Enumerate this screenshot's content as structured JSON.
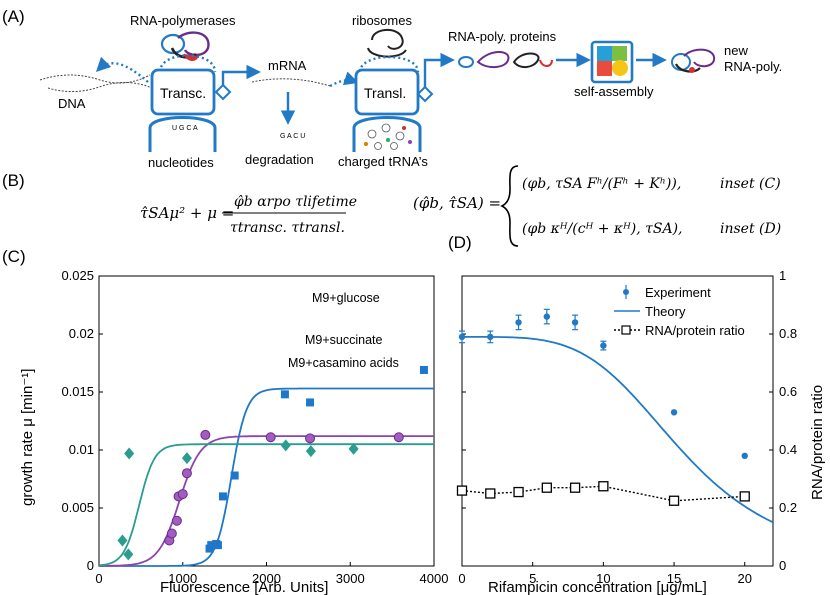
{
  "panels": {
    "a": "(A)",
    "b": "(B)",
    "c": "(C)",
    "d": "(D)"
  },
  "diagram": {
    "rna_polymerases": "RNA-polymerases",
    "ribosomes": "ribosomes",
    "mrna": "mRNA",
    "rna_poly_proteins": "RNA-poly. proteins",
    "new_rna_poly_line1": "new",
    "new_rna_poly_line2": "RNA-poly.",
    "dna": "DNA",
    "transc": "Transc.",
    "transl": "Transl.",
    "self_assembly": "self-assembly",
    "nucleotides": "nucleotides",
    "degradation": "degradation",
    "charged_trna": "charged tRNA’s"
  },
  "equations": {
    "lhs": "τ̂SAμ² + μ =",
    "num": "φ̂b αrpo τlifetime",
    "den": "τtransc. τtransl.",
    "sys_lhs": "(φ̂b, τ̂SA) =",
    "case1": "(φb, τSA Fʰ/(Fʰ + Kʰ)),",
    "case1_tag": "inset (C)",
    "case2": "(φb κᴴ/(cᴴ + κᴴ), τSA),",
    "case2_tag": "inset (D)"
  },
  "chart_data": [
    {
      "type": "scatter",
      "panel": "(C)",
      "xlabel": "Fluorescence [Arb. Units]",
      "ylabel": "growth rate μ [min⁻¹]",
      "xlim": [
        0,
        4000
      ],
      "ylim": [
        0,
        0.025
      ],
      "xticks": [
        0,
        1000,
        2000,
        3000,
        4000
      ],
      "yticks": [
        0,
        0.005,
        0.01,
        0.015,
        0.02,
        0.025
      ],
      "xtick_labels": [
        "0",
        "1000",
        "2000",
        "3000",
        "4000"
      ],
      "ytick_labels": [
        "0",
        "0.005",
        "0.01",
        "0.015",
        "0.02",
        "0.025"
      ],
      "series": [
        {
          "name": "M9+casamino acids",
          "color": "#1f77c9",
          "marker": "square",
          "x": [
            1320,
            1340,
            1400,
            1420,
            1480,
            1620,
            2220,
            2520,
            3880
          ],
          "y": [
            0.0015,
            0.0018,
            0.0019,
            0.0018,
            0.006,
            0.0078,
            0.0148,
            0.0141,
            0.0169
          ],
          "fit": {
            "ymax": 0.0153,
            "x50": 1580,
            "k": 0.011
          }
        },
        {
          "name": "M9+glucose",
          "color": "#8e44ad",
          "marker": "circle",
          "x": [
            840,
            870,
            930,
            950,
            1000,
            1050,
            1270,
            2050,
            2520,
            3580
          ],
          "y": [
            0.0022,
            0.0028,
            0.0039,
            0.006,
            0.0062,
            0.008,
            0.0113,
            0.0111,
            0.011,
            0.0111
          ],
          "fit": {
            "ymax": 0.0112,
            "x50": 960,
            "k": 0.008
          }
        },
        {
          "name": "M9+succinate",
          "color": "#2a9d8f",
          "marker": "diamond",
          "x": [
            280,
            350,
            360,
            1050,
            2230,
            2530,
            3040
          ],
          "y": [
            0.0022,
            0.001,
            0.0097,
            0.0093,
            0.0104,
            0.0099,
            0.0101
          ],
          "fit": {
            "ymax": 0.0105,
            "x50": 480,
            "k": 0.011
          }
        }
      ]
    },
    {
      "type": "line",
      "panel": "(D)",
      "xlabel": "Rifampicin concentration [μg/mL]",
      "ylabel": "RNA/protein ratio",
      "xlim": [
        0,
        22
      ],
      "ylim": [
        0,
        1
      ],
      "xticks": [
        0,
        5,
        10,
        15,
        20
      ],
      "yticks": [
        0,
        0.2,
        0.4,
        0.6,
        0.8,
        1
      ],
      "xtick_labels": [
        "0",
        "5",
        "10",
        "15",
        "20"
      ],
      "ytick_labels": [
        "0",
        "0.2",
        "0.4",
        "0.6",
        "0.8",
        "1"
      ],
      "legend": [
        "Experiment",
        "Theory",
        "RNA/protein ratio"
      ],
      "legend_position": "top-right",
      "experiment": {
        "x": [
          0,
          2,
          4,
          6,
          8,
          10,
          15,
          20
        ],
        "y": [
          0.79,
          0.79,
          0.84,
          0.86,
          0.84,
          0.76,
          0.53,
          0.38
        ],
        "err": [
          0.02,
          0.02,
          0.025,
          0.025,
          0.025,
          0.015,
          0,
          0
        ]
      },
      "theory": {
        "ymax": 0.79,
        "c50": 15.6,
        "n": 4.2
      },
      "ratio": {
        "x": [
          0,
          2,
          4,
          6,
          8,
          10,
          15,
          20
        ],
        "y": [
          0.26,
          0.25,
          0.255,
          0.27,
          0.27,
          0.275,
          0.225,
          0.24
        ]
      }
    }
  ]
}
